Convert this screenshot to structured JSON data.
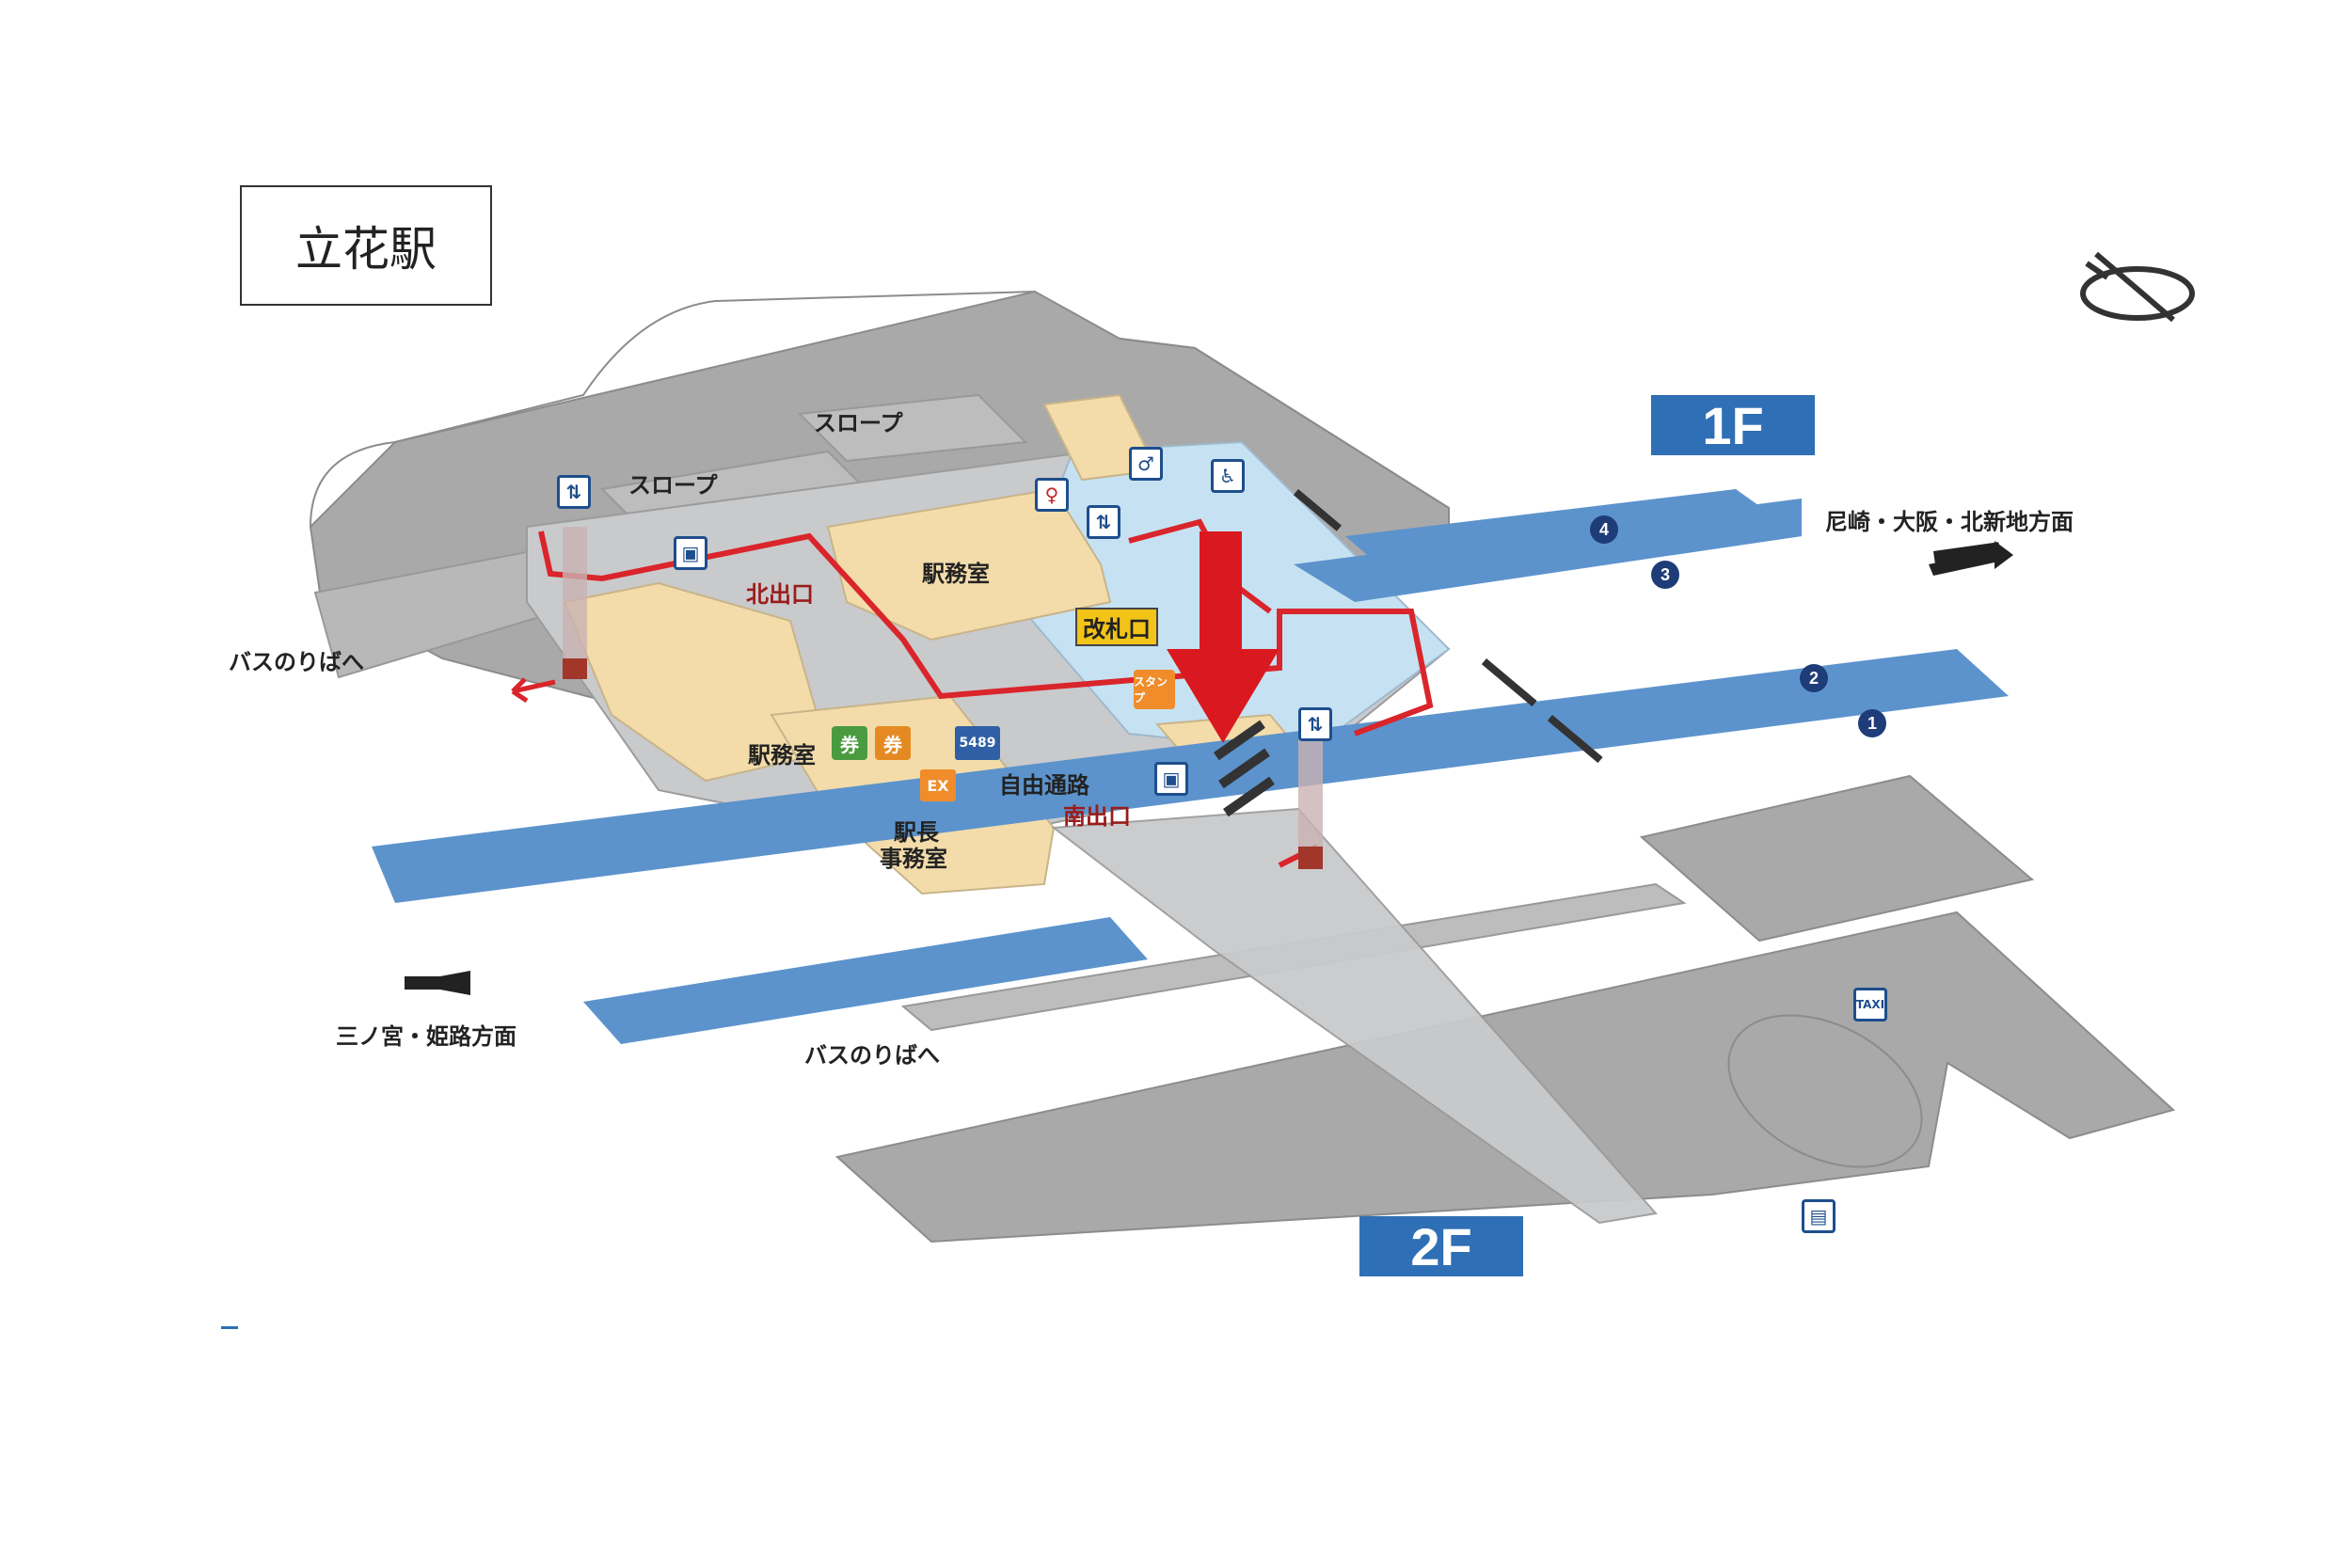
{
  "station_title": "立花駅",
  "floors": {
    "upper": "1F",
    "lower": "2F"
  },
  "labels": {
    "slope_top": "スロープ",
    "slope_left": "スロープ",
    "north_exit": "北出口",
    "station_office_upper": "駅務室",
    "ticket_gate": "改札口",
    "bus_stop_left": "バスのりばへ",
    "station_office_lower": "駅務室",
    "free_passage": "自由通路",
    "south_exit": "南出口",
    "stationmaster_office_line1": "駅長",
    "stationmaster_office_line2": "事務室",
    "direction_east": "尼崎・大阪・北新地方面",
    "direction_west": "三ノ宮・姫路方面",
    "bus_stop_bottom": "バスのりばへ"
  },
  "platforms": [
    "4",
    "3",
    "2",
    "1"
  ],
  "tickets": {
    "green": "券",
    "orange": "券",
    "service_5489": "5489",
    "ex": "EX",
    "stamp": "スタンプ"
  },
  "icons": {
    "toilet_women": "toilet-women-icon",
    "toilet_men": "toilet-men-icon",
    "accessible": "wheelchair-icon",
    "elevator": "elevator-icon",
    "locker": "coin-locker-icon",
    "taxi": "taxi-icon",
    "bus": "bus-icon",
    "compass": "compass-icon",
    "taxi_text": "TAXI"
  },
  "colors": {
    "track": "#5c93cc",
    "floor_gray": "#a9a9a9",
    "concourse_light": "#c9cacc",
    "office_tan": "#f3dcaa",
    "gate_area_blue": "#c6e2f2",
    "route_red": "#d9252b",
    "arrow_red": "#d9191f",
    "badge_blue": "#2f6fb5"
  }
}
